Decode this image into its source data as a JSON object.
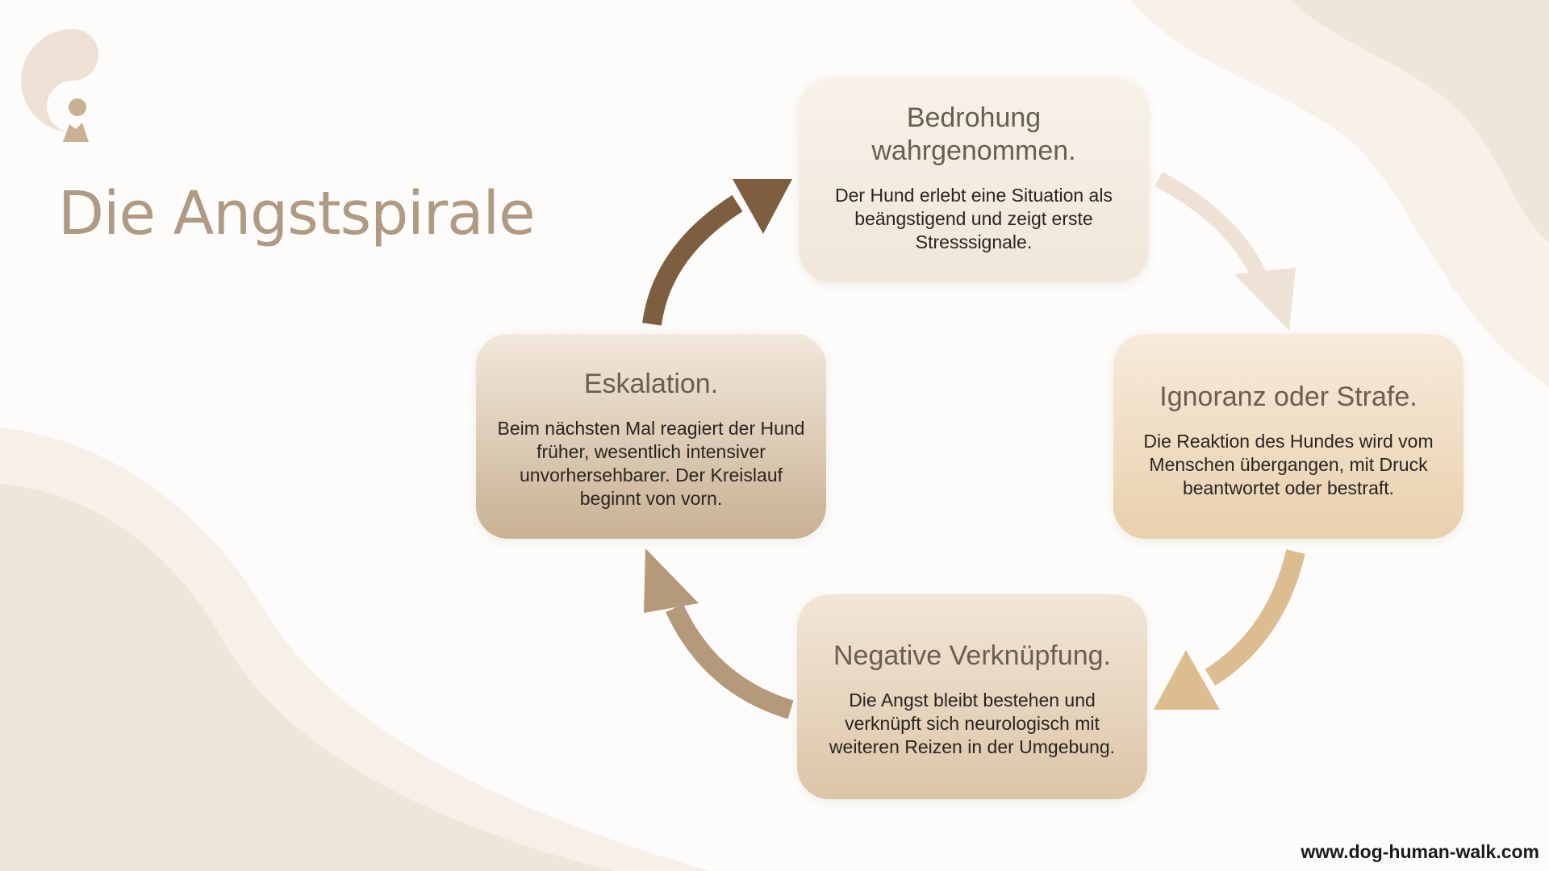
{
  "title": "Die Angstspirale",
  "cycle": [
    {
      "title": "Bedrohung wahrgenommen.",
      "text": "Der Hund erlebt eine Situation als beängstigend und zeigt erste Stresssignale."
    },
    {
      "title": "Ignoranz oder Strafe.",
      "text": "Die Reaktion des Hundes wird vom Menschen übergangen, mit Druck beantwortet oder bestraft."
    },
    {
      "title": "Negative Verknüpfung.",
      "text": "Die Angst bleibt bestehen und verknüpft sich neurologisch mit weiteren Reizen in der Umgebung."
    },
    {
      "title": "Eskalation.",
      "text": "Beim nächsten Mal reagiert der Hund früher, wesentlich intensiver unvorhersehbarer. Der Kreislauf beginnt von vorn."
    }
  ],
  "arrows": {
    "colors": [
      "#eee2d6",
      "#dbbd8f",
      "#b4997a",
      "#7e5e41"
    ]
  },
  "website": "www.dog-human-walk.com",
  "logo": {
    "icon": "yin-yang-dog-icon"
  }
}
